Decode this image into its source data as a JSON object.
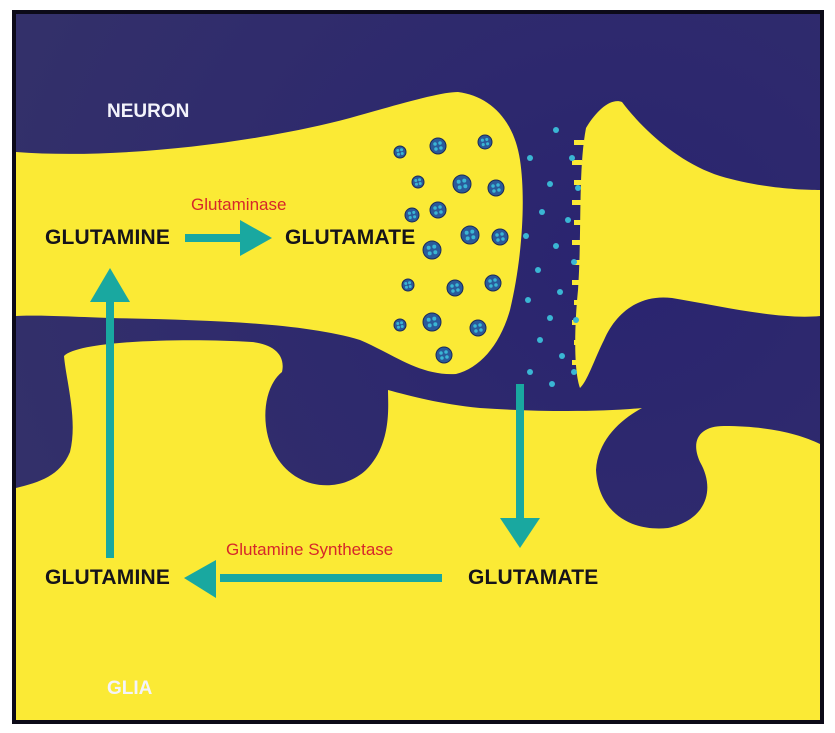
{
  "diagram": {
    "labels": {
      "neuron": "NEURON",
      "glia": "GLIA",
      "neuron_glutamine": "GLUTAMINE",
      "neuron_glutamate": "GLUTAMATE",
      "glutaminase": "Glutaminase",
      "glia_glutamine": "GLUTAMINE",
      "glia_glutamate": "GLUTAMATE",
      "glutamine_synthetase": "Glutamine Synthetase"
    },
    "colors": {
      "background": "#2e2a6a",
      "cell": "#fbea35",
      "arrow": "#19a8a0",
      "enzyme_text": "#d6272a",
      "vesicle": "#2a5a9a",
      "glutamate_molecule": "#3ab6d4"
    },
    "arrows": [
      {
        "name": "glutaminase-arrow",
        "from": "neuron_glutamine",
        "to": "neuron_glutamate"
      },
      {
        "name": "release-arrow",
        "from": "synapse",
        "to": "glia_glutamate"
      },
      {
        "name": "synthetase-arrow",
        "from": "glia_glutamate",
        "to": "glia_glutamine"
      },
      {
        "name": "transport-arrow",
        "from": "glia_glutamine",
        "to": "neuron_glutamine"
      }
    ]
  }
}
